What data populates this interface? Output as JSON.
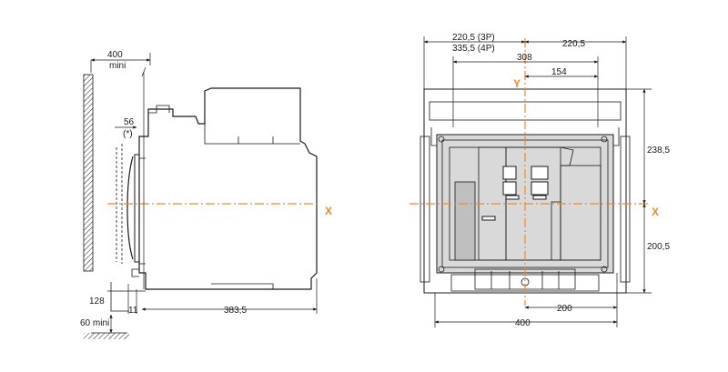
{
  "axes": {
    "x_label": "X",
    "y_label": "Y"
  },
  "colors": {
    "axis": "#f08a2a",
    "panel": "#d9d9d9"
  },
  "side_view": {
    "clearance_top": "400",
    "clearance_top_sub": "mini",
    "depth_56": "56",
    "note_marker": "(*)",
    "height_128": "128",
    "clearance_bottom": "60 mini",
    "offset_11": "11",
    "depth_383_5": "383,5"
  },
  "front_view": {
    "width_left_3p": "220,5 (3P)",
    "width_left_4p": "335,5 (4P)",
    "width_right": "220,5",
    "width_308": "308",
    "width_154": "154",
    "height_upper": "238,5",
    "height_lower": "200,5",
    "width_200": "200",
    "width_400": "400"
  }
}
